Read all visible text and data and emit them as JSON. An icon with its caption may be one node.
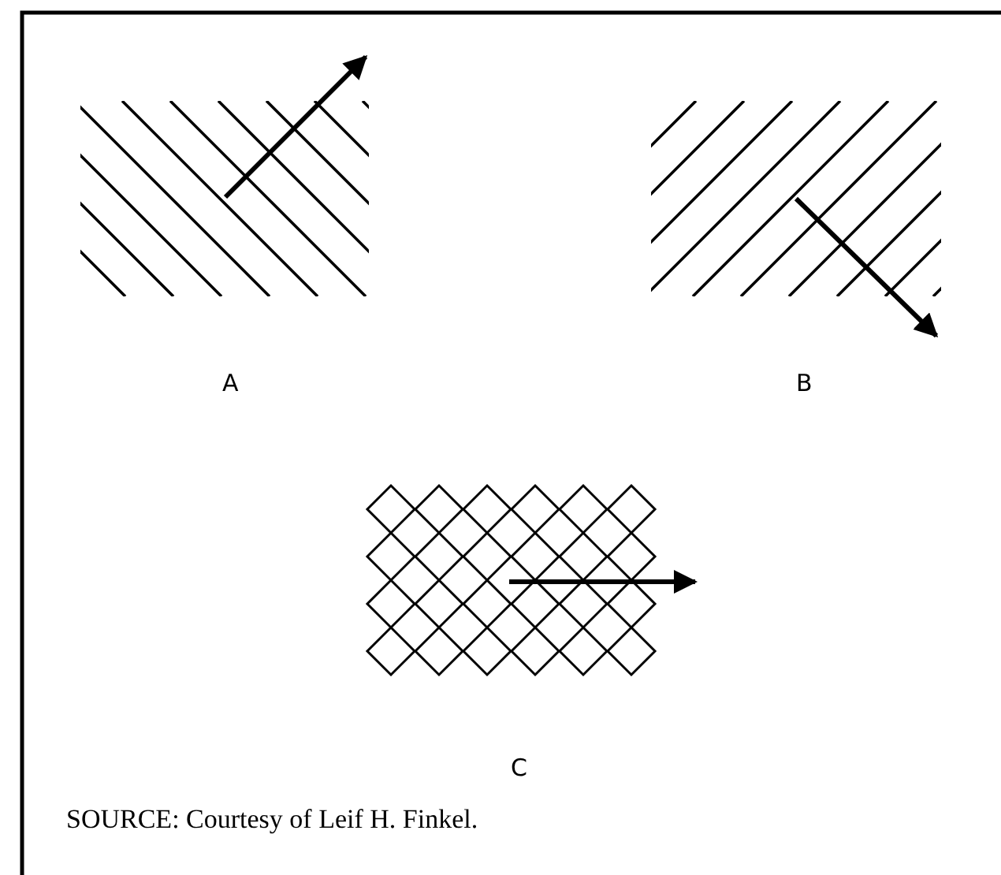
{
  "diagram": {
    "caption": "SOURCE: Courtesy of Leif H. Finkel.",
    "labels": [
      "A",
      "B",
      "C"
    ]
  }
}
